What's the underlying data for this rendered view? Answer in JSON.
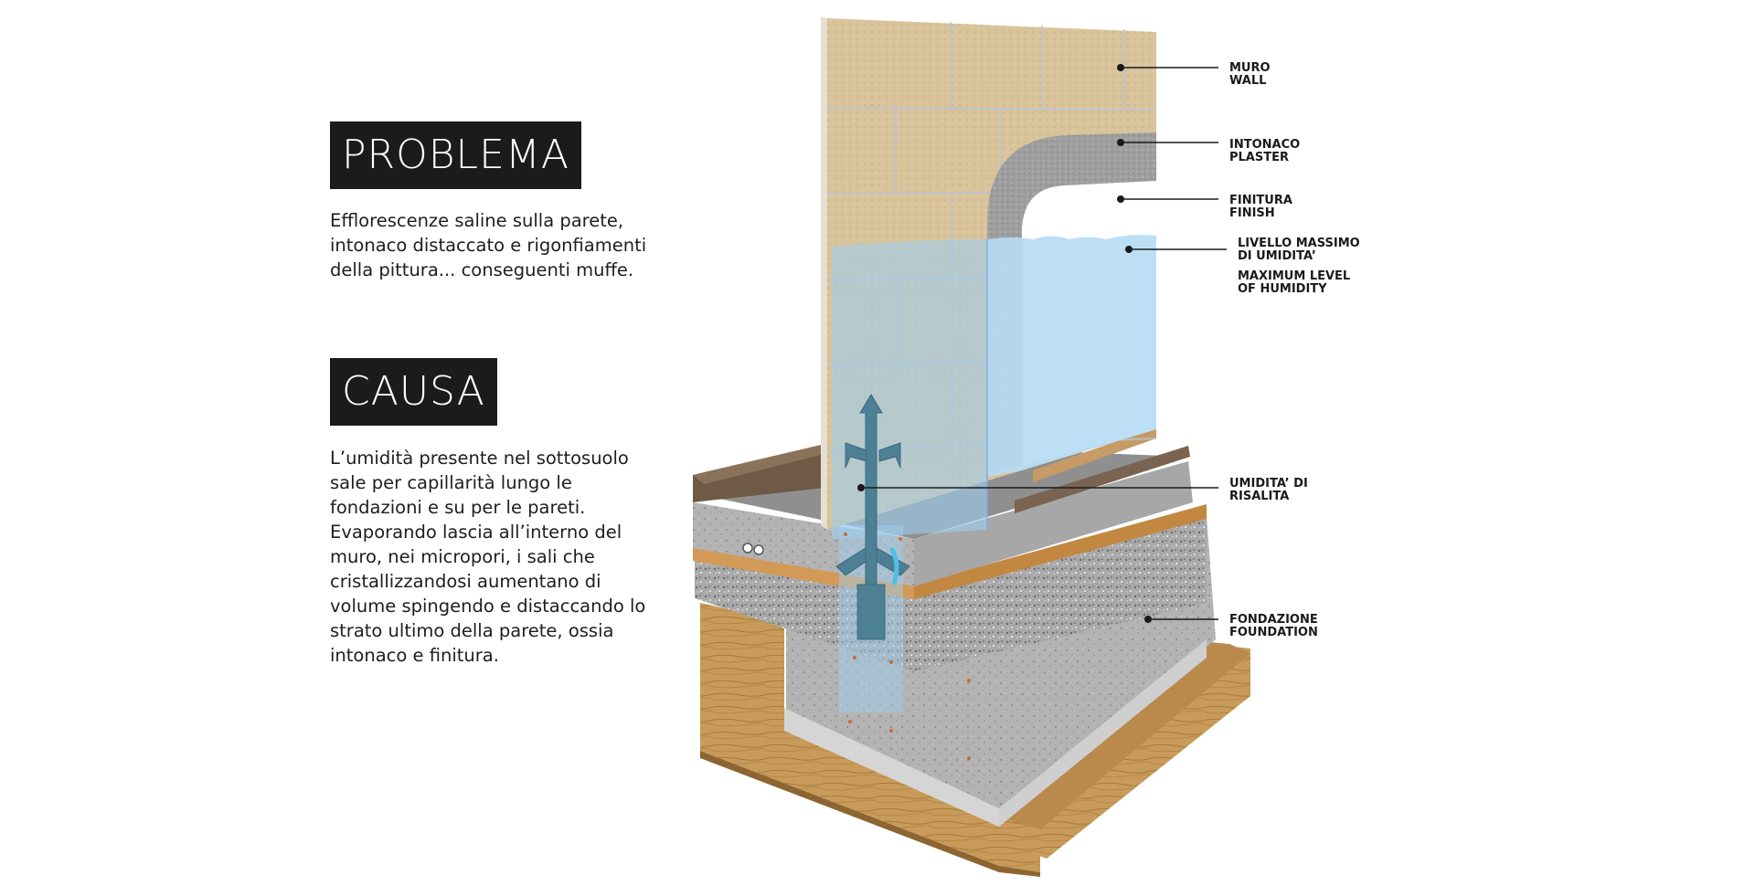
{
  "problem": {
    "heading": "PROBLEMA",
    "lines": [
      "Efflorescenze saline sulla parete,",
      "intonaco distaccato e rigonfiamenti",
      "della pittura... conseguenti muffe."
    ]
  },
  "cause": {
    "heading": "CAUSA",
    "lines": [
      "L’umidità presente nel sottosuolo",
      "sale per capillarità  lungo le",
      "fondazioni e su per le pareti.",
      "Evaporando lascia all’interno del",
      "muro, nei micropori, i sali che",
      "cristallizzandosi aumentano di",
      "volume spingendo e distaccando lo",
      "strato ultimo della parete, ossia",
      "intonaco e finitura."
    ]
  },
  "labels": {
    "wall": [
      "MURO",
      "WALL"
    ],
    "plaster": [
      "INTONACO",
      "PLASTER"
    ],
    "finish": [
      "FINITURA",
      "FINISH"
    ],
    "humidity_level": [
      "LIVELLO MASSIMO",
      "DI UMIDITA’"
    ],
    "humidity_level_en": [
      "MAXIMUM LEVEL",
      "OF HUMIDITY"
    ],
    "rising_damp": [
      "UMIDITA’ DI",
      "RISALITA"
    ],
    "foundation": [
      "FONDAZIONE",
      "FOUNDATION"
    ]
  },
  "colors": {
    "heading_bg": "#1b1b1b",
    "text": "#1e1e1e",
    "water": "#9fcdee",
    "wood": "#c79a5a",
    "brick": "#d8c199",
    "arrow": "#4d7f95"
  }
}
